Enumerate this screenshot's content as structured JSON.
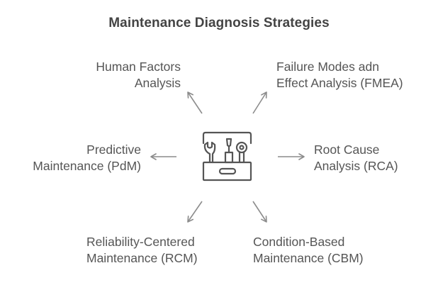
{
  "diagram": {
    "title": "Maintenance Diagnosis Strategies",
    "center_icon": "toolbox-icon",
    "colors": {
      "text": "#555555",
      "title": "#444444",
      "arrow": "#8c8c8c",
      "icon": "#555555"
    },
    "nodes": [
      {
        "id": "hfa",
        "line1": "Human Factors",
        "line2": "Analysis",
        "direction": "up-left"
      },
      {
        "id": "fmea",
        "line1": "Failure Modes adn",
        "line2": "Effect Analysis (FMEA)",
        "direction": "up-right"
      },
      {
        "id": "pdm",
        "line1": "Predictive",
        "line2": "Maintenance (PdM)",
        "direction": "left"
      },
      {
        "id": "rca",
        "line1": "Root Cause",
        "line2": "Analysis (RCA)",
        "direction": "right"
      },
      {
        "id": "rcm",
        "line1": "Reliability-Centered",
        "line2": "Maintenance (RCM)",
        "direction": "down-left"
      },
      {
        "id": "cbm",
        "line1": "Condition-Based",
        "line2": "Maintenance (CBM)",
        "direction": "down-right"
      }
    ]
  }
}
